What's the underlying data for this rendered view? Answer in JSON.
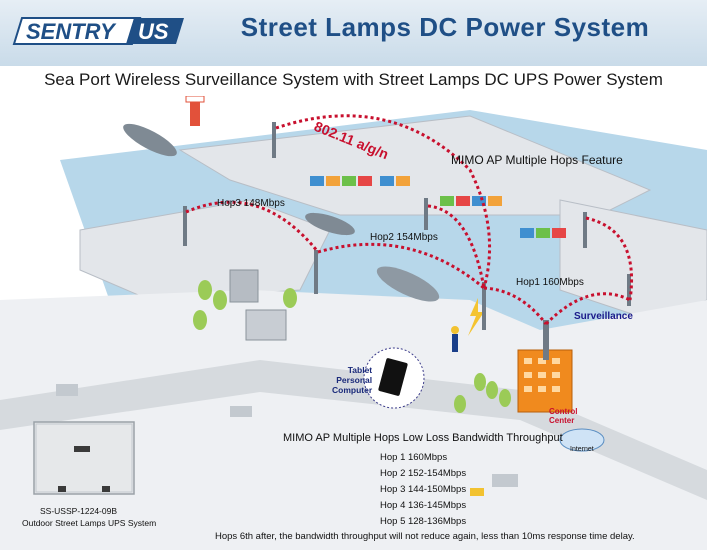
{
  "header": {
    "logo_text_left": "SENTRY",
    "logo_text_right": "US",
    "title": "Street Lamps DC Power System"
  },
  "subtitle": "Sea Port Wireless Surveillance System with Street Lamps DC UPS Power System",
  "diagram": {
    "wireless_standard": "802.11 a/g/n",
    "feature_label": "MIMO AP Multiple Hops Feature",
    "hop_labels": {
      "hop1": "Hop1 160Mbps",
      "hop2": "Hop2 154Mbps",
      "hop3": "Hop3 148Mbps"
    },
    "surveillance_label": "Surveillance",
    "tablet_label_line1": "Tablet",
    "tablet_label_line2": "Personal",
    "tablet_label_line3": "Computer",
    "control_center_line1": "Control",
    "control_center_line2": "Center",
    "internet_label": "Internet",
    "colors": {
      "link": "#c8102e",
      "title": "#1f4f86",
      "water": "#b7d7ea",
      "ground": "#e3e6ea",
      "building": "#f08a1e"
    }
  },
  "throughput": {
    "title": "MIMO AP Multiple Hops Low Loss Bandwidth Throughput",
    "rows": [
      "Hop 1  160Mbps",
      "Hop 2  152-154Mbps",
      "Hop 3  144-150Mbps",
      "Hop 4  136-145Mbps",
      "Hop 5  128-136Mbps"
    ]
  },
  "product": {
    "code": "SS-USSP-1224-09B",
    "name": "Outdoor Street Lamps UPS System"
  },
  "footer": "Hops 6th after, the bandwidth throughput will not reduce again, less than 10ms response time delay."
}
